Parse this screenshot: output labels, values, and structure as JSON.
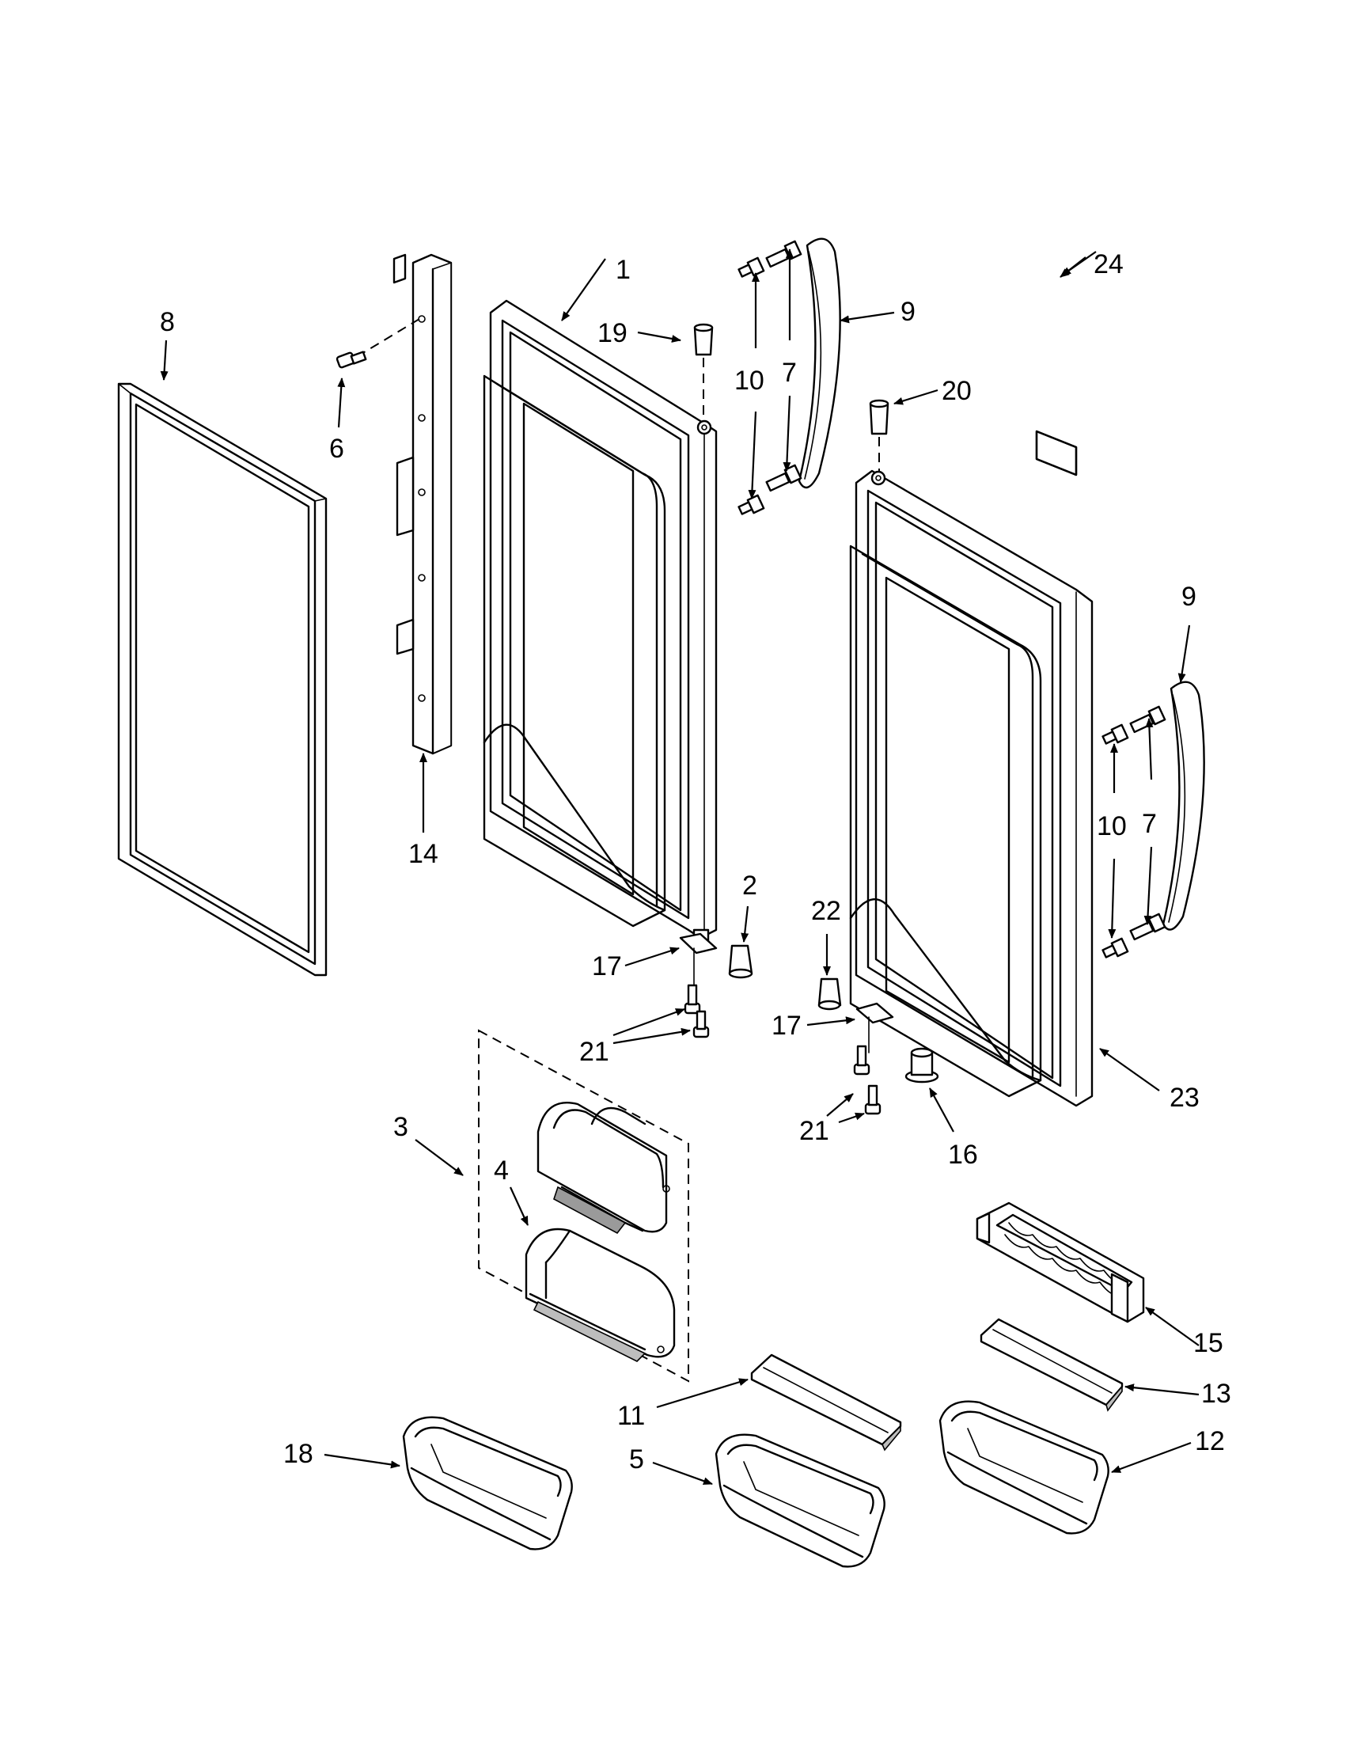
{
  "labels": {
    "p1": "1",
    "p2": "2",
    "p3": "3",
    "p4": "4",
    "p5": "5",
    "p6": "6",
    "p7a": "7",
    "p7b": "7",
    "p8": "8",
    "p9a": "9",
    "p9b": "9",
    "p10a": "10",
    "p10b": "10",
    "p11": "11",
    "p12": "12",
    "p13": "13",
    "p14": "14",
    "p15": "15",
    "p16": "16",
    "p17a": "17",
    "p17b": "17",
    "p18": "18",
    "p19": "19",
    "p20": "20",
    "p21a": "21",
    "p21b": "21",
    "p22": "22",
    "p23": "23",
    "p24": "24"
  }
}
